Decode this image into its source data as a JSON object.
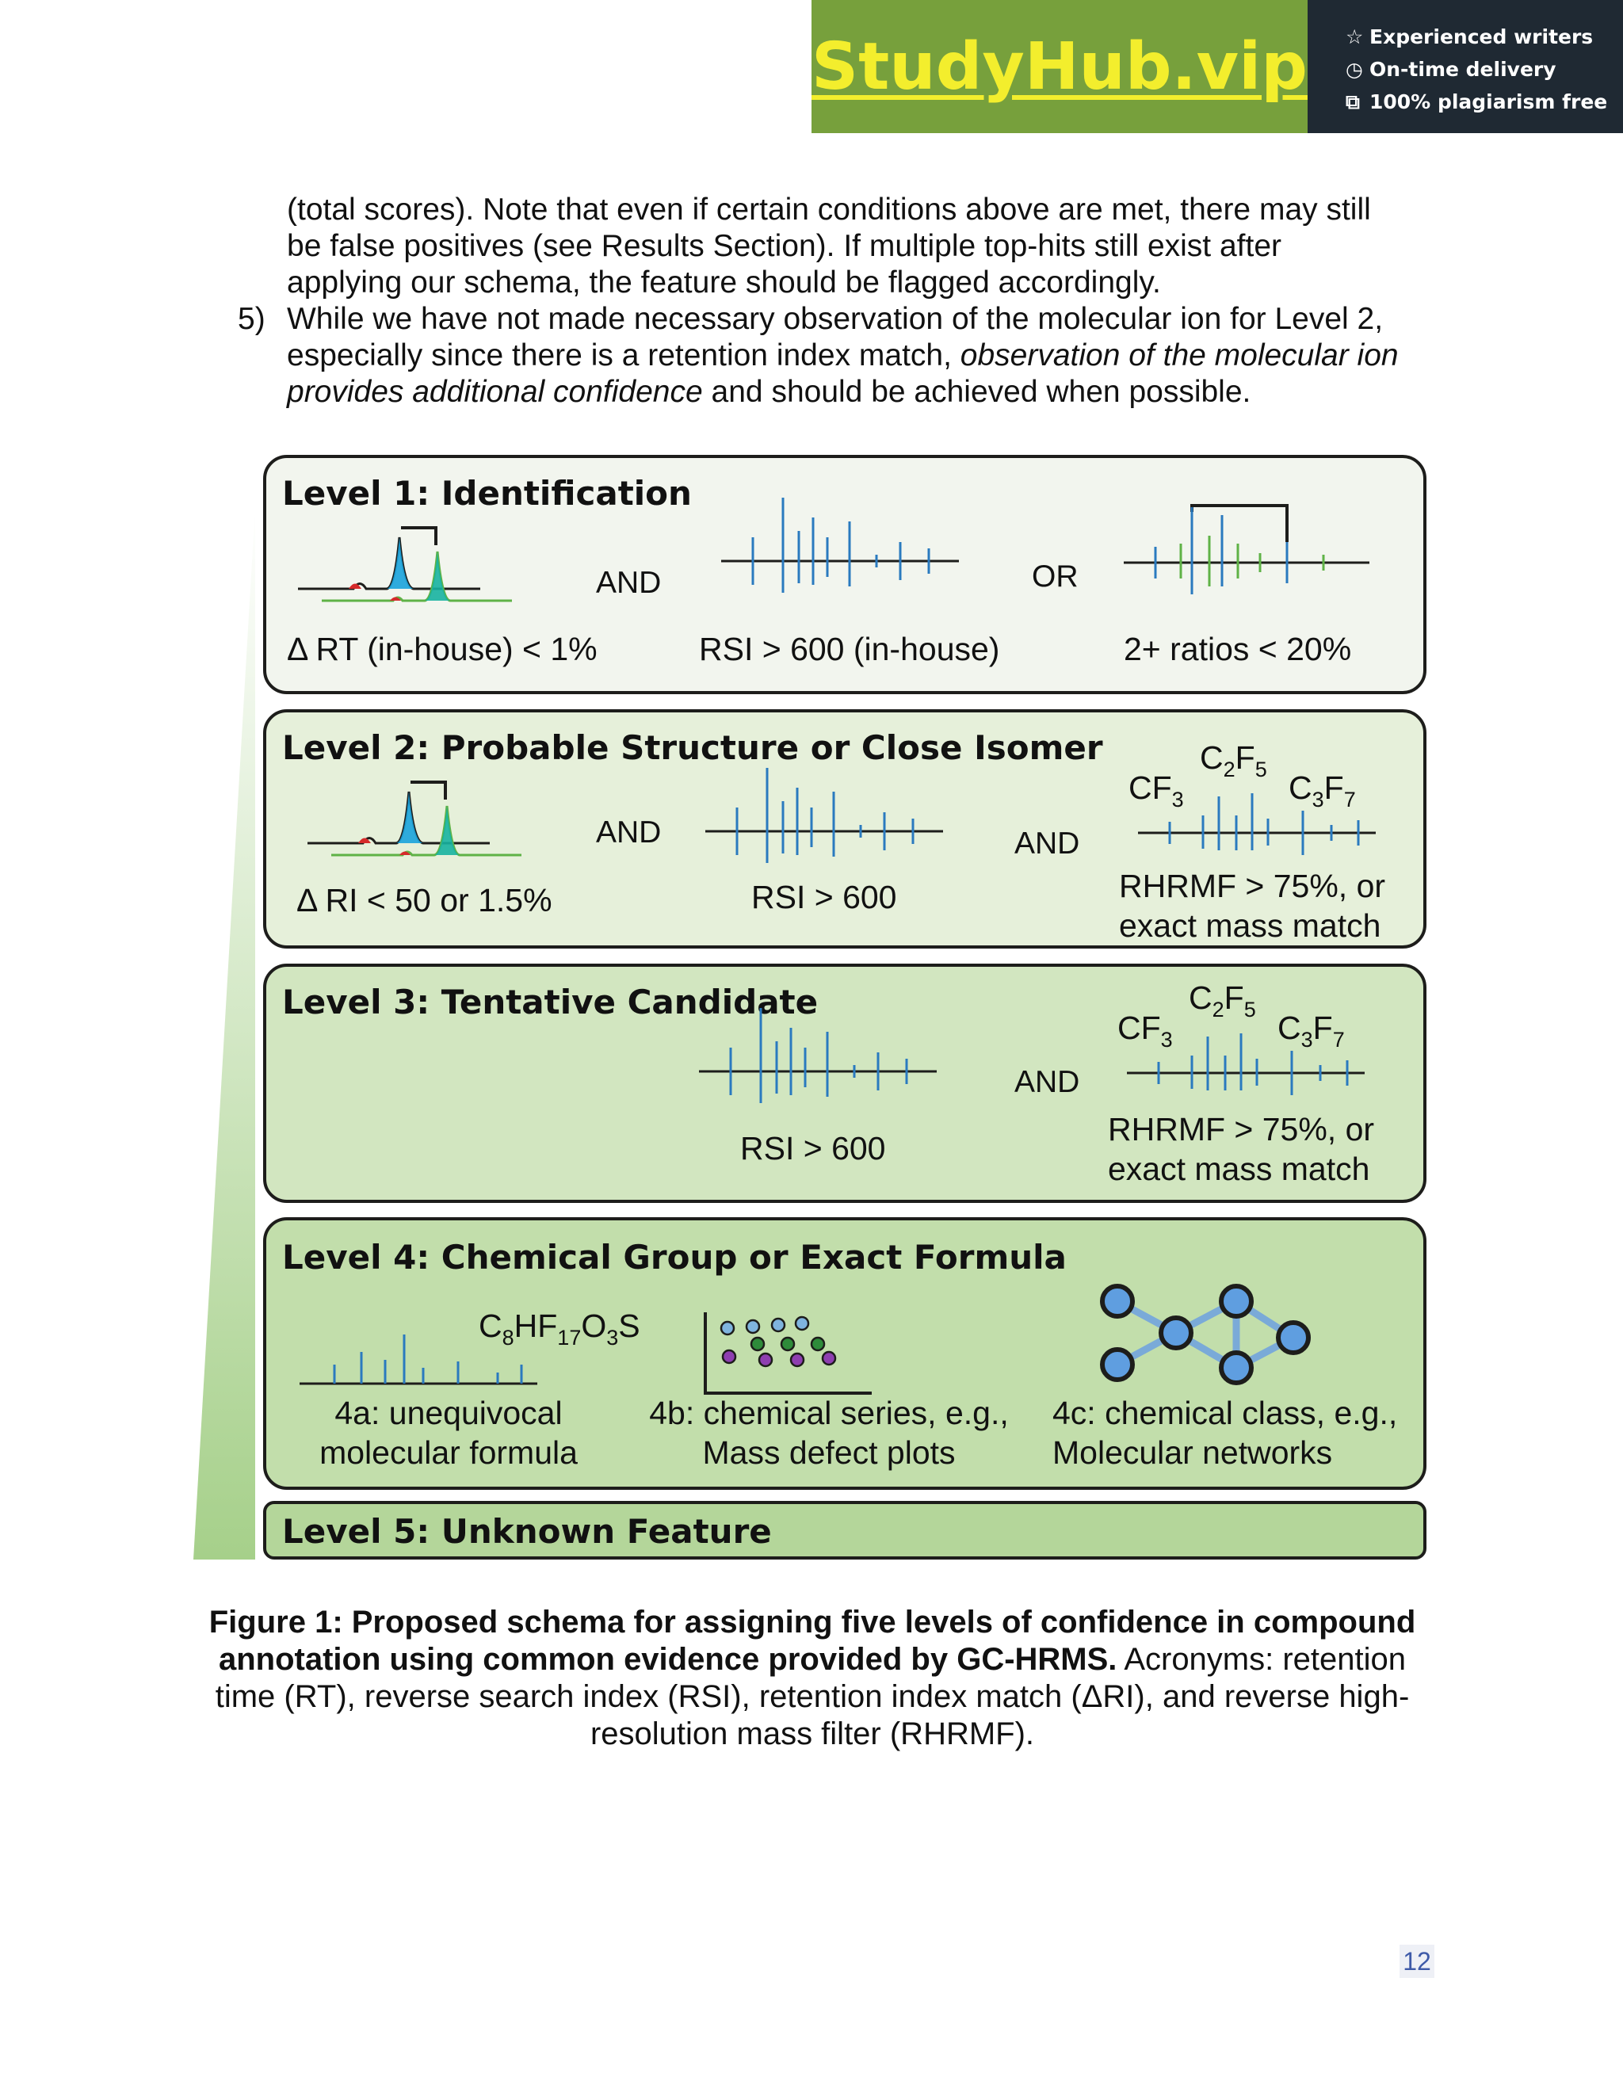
{
  "banner": {
    "brand": "StudyHub.vip",
    "features": [
      {
        "icon": "star-icon",
        "glyph": "☆",
        "text": "Experienced writers"
      },
      {
        "icon": "clock-icon",
        "glyph": "◷",
        "text": "On-time delivery"
      },
      {
        "icon": "copy-icon",
        "glyph": "⧉",
        "text": "100% plagiarism free"
      }
    ]
  },
  "text": {
    "para1_lines": [
      "(total scores). Note that even if certain conditions above are met, there may still",
      "be false positives (see Results Section). If multiple top-hits still exist after",
      "applying our schema, the feature should be flagged accordingly."
    ],
    "item5_number": "5)",
    "item5_line1": "While we have not made necessary observation of the molecular ion for Level 2,",
    "item5_line2_a": "especially since there is a retention index match, ",
    "item5_line2_b": "observation of the molecular ion",
    "item5_line3_a": "provides additional confidence",
    "item5_line3_b": " and should be achieved when possible."
  },
  "figure": {
    "level1": {
      "title": "Level 1: Identification",
      "op1": "AND",
      "op2": "OR",
      "crit_rt": "Δ RT (in-house) < 1%",
      "crit_rsi": "RSI > 600 (in-house)",
      "crit_ratio": "2+ ratios < 20%"
    },
    "level2": {
      "title": "Level 2: Probable Structure or Close Isomer",
      "op1": "AND",
      "op2": "AND",
      "crit_ri": "Δ RI < 50 or 1.5%",
      "crit_rsi": "RSI > 600",
      "crit_rhrmf_1": "RHRMF > 75%, or",
      "crit_rhrmf_2": "exact mass match",
      "frag_c2f5": {
        "a": "C",
        "s1": "2",
        "b": "F",
        "s2": "5"
      },
      "frag_cf3": {
        "a": "CF",
        "s1": "3"
      },
      "frag_c3f7": {
        "a": "C",
        "s1": "3",
        "b": "F",
        "s2": "7"
      }
    },
    "level3": {
      "title": "Level 3: Tentative Candidate",
      "op1": "AND",
      "crit_rsi": "RSI > 600",
      "crit_rhrmf_1": "RHRMF > 75%, or",
      "crit_rhrmf_2": "exact mass match"
    },
    "level4": {
      "title": "Level 4: Chemical Group or Exact Formula",
      "formula": {
        "p1": "C",
        "s1": "8",
        "p2": "HF",
        "s2": "17",
        "p3": "O",
        "s3": "3",
        "p4": "S"
      },
      "a_line1": "4a: unequivocal",
      "a_line2": "molecular formula",
      "b_line1": "4b: chemical series, e.g.,",
      "b_line2": "Mass defect plots",
      "c_line1": "4c: chemical class, e.g.,",
      "c_line2": "Molecular networks"
    },
    "level5": {
      "title": "Level 5: Unknown Feature"
    },
    "colors": {
      "level1_bg": "#f2f5ee",
      "level2_bg": "#e6f0da",
      "level3_bg": "#d2e6c0",
      "level4_bg": "#c2deab",
      "level5_bg": "#b4d69a",
      "blue": "#2a7abf",
      "green": "#5fb246",
      "red": "#d52a2a",
      "cyan": "#1aa3dc"
    }
  },
  "caption": {
    "bold": "Figure 1: Proposed schema for assigning five levels of confidence in compound annotation using common evidence provided by GC-HRMS.",
    "rest": " Acronyms: retention time (RT), reverse search index (RSI), retention index match (ΔRI), and reverse high-resolution mass filter (RHRMF)."
  },
  "page_number": "12"
}
